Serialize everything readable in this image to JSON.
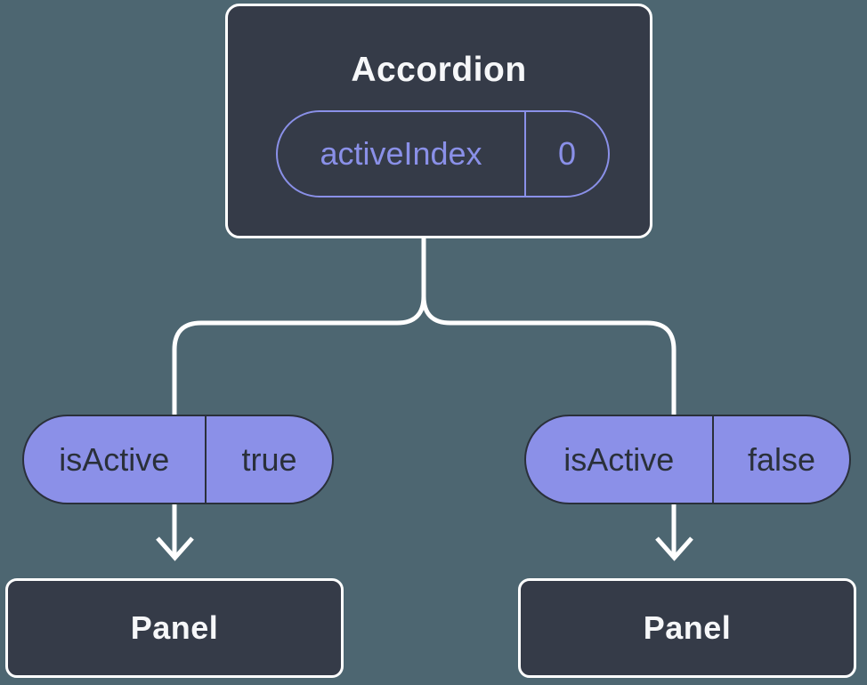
{
  "colors": {
    "background": "#4d6671",
    "node_fill": "#353b48",
    "node_border": "#ffffff",
    "accent_purple": "#8a90e8",
    "pill_fill": "#8b90e8",
    "pill_dark": "#2a303a",
    "text_white": "#f6f7f9",
    "connector": "#ffffff"
  },
  "tree": {
    "root": {
      "title": "Accordion",
      "prop": {
        "name": "activeIndex",
        "value": "0"
      }
    },
    "children": [
      {
        "prop": {
          "name": "isActive",
          "value": "true"
        },
        "title": "Panel"
      },
      {
        "prop": {
          "name": "isActive",
          "value": "false"
        },
        "title": "Panel"
      }
    ]
  }
}
